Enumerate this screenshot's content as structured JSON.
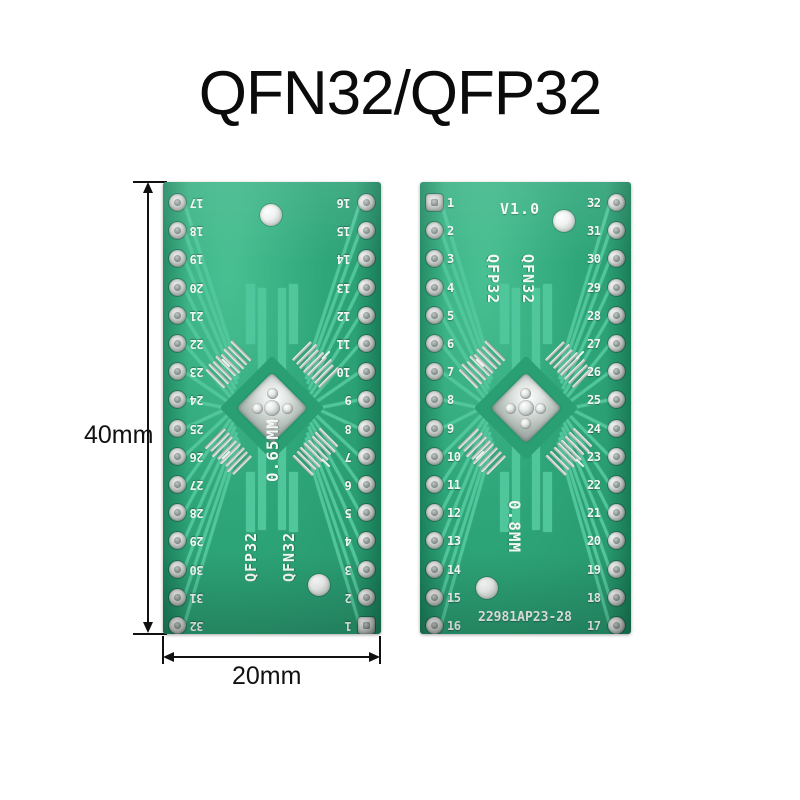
{
  "page": {
    "title": "QFN32/QFP32",
    "background_color": "#ffffff"
  },
  "colors": {
    "pcb_green": "#23a173",
    "pcb_green_light": "#3fbd8d",
    "pcb_green_dark": "#1b8f64",
    "trace_green": "#46c396",
    "silkscreen_white": "#f4f9f6",
    "pad_metal": "#d8dedb",
    "annotation_black": "#111111"
  },
  "dimensions": {
    "height_label": "40mm",
    "width_label": "20mm"
  },
  "boards": [
    {
      "id": "left-board",
      "side": "bottom-view",
      "pitch_label": "0.65MM",
      "package_label_left": "QFP32",
      "package_label_right": "QFN32",
      "version_label": "",
      "part_number": "",
      "left_pins": [
        "17",
        "18",
        "19",
        "20",
        "21",
        "22",
        "23",
        "24",
        "25",
        "26",
        "27",
        "28",
        "29",
        "30",
        "31",
        "32"
      ],
      "right_pins": [
        "16",
        "15",
        "14",
        "13",
        "12",
        "11",
        "10",
        "9",
        "8",
        "7",
        "6",
        "5",
        "4",
        "3",
        "2",
        "1"
      ],
      "pin_text_rotated": true
    },
    {
      "id": "right-board",
      "side": "top-view",
      "pitch_label": "0.8MM",
      "package_label_left": "QFP32",
      "package_label_right": "QFN32",
      "version_label": "V1.0",
      "part_number": "22981AP23-28",
      "left_pins": [
        "1",
        "2",
        "3",
        "4",
        "5",
        "6",
        "7",
        "8",
        "9",
        "10",
        "11",
        "12",
        "13",
        "14",
        "15",
        "16"
      ],
      "right_pins": [
        "32",
        "31",
        "30",
        "29",
        "28",
        "27",
        "26",
        "25",
        "24",
        "23",
        "22",
        "21",
        "20",
        "19",
        "18",
        "17"
      ],
      "pin_text_rotated": false
    }
  ]
}
